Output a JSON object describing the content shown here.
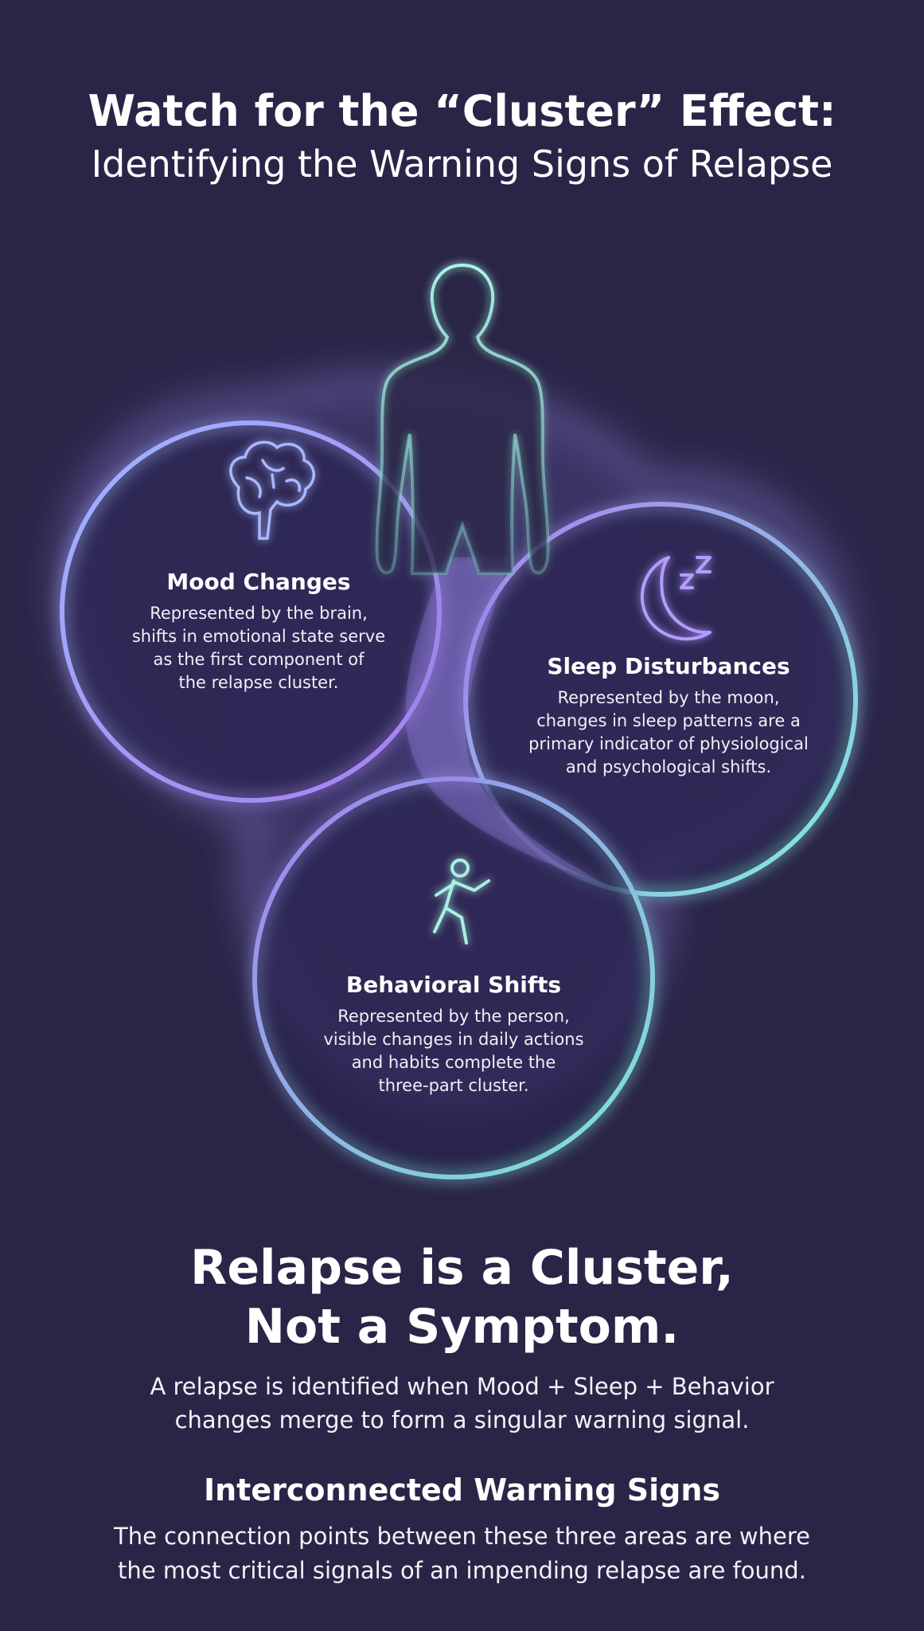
{
  "header": {
    "title": "Watch for the “Cluster” Effect:",
    "subtitle": "Identifying the Warning Signs of Relapse"
  },
  "icons": {
    "figure": "person-outline-icon",
    "mood": "brain-icon",
    "sleep": "moon-zzz-icon",
    "behavior": "walking-person-icon"
  },
  "colors": {
    "background": "#2a2547",
    "ring_blue": "#8ea8ff",
    "ring_teal": "#7fe9d6",
    "ring_purple": "#a87cf0"
  },
  "clusters": {
    "mood": {
      "label": "Mood Changes",
      "description_lines": [
        "Represented by the brain,",
        "shifts in emotional state serve",
        "as the first component of",
        "the relapse cluster."
      ]
    },
    "sleep": {
      "label": "Sleep Disturbances",
      "description_lines": [
        "Represented by the moon,",
        "changes in sleep patterns are a",
        "primary indicator of physiological",
        "and psychological shifts."
      ]
    },
    "behavior": {
      "label": "Behavioral Shifts",
      "description_lines": [
        "Represented by the person,",
        "visible changes in daily actions",
        "and habits complete the",
        "three-part cluster."
      ]
    }
  },
  "summary": {
    "heading_lines": [
      "Relapse is a Cluster,",
      "Not a Symptom."
    ],
    "body_lines": [
      "A relapse is identified when Mood + Sleep + Behavior",
      "changes merge to form a singular warning signal."
    ]
  },
  "interconnected": {
    "heading": "Interconnected Warning Signs",
    "body_lines": [
      "The connection points between these three areas are where",
      "the most critical signals of an impending relapse are found."
    ]
  }
}
